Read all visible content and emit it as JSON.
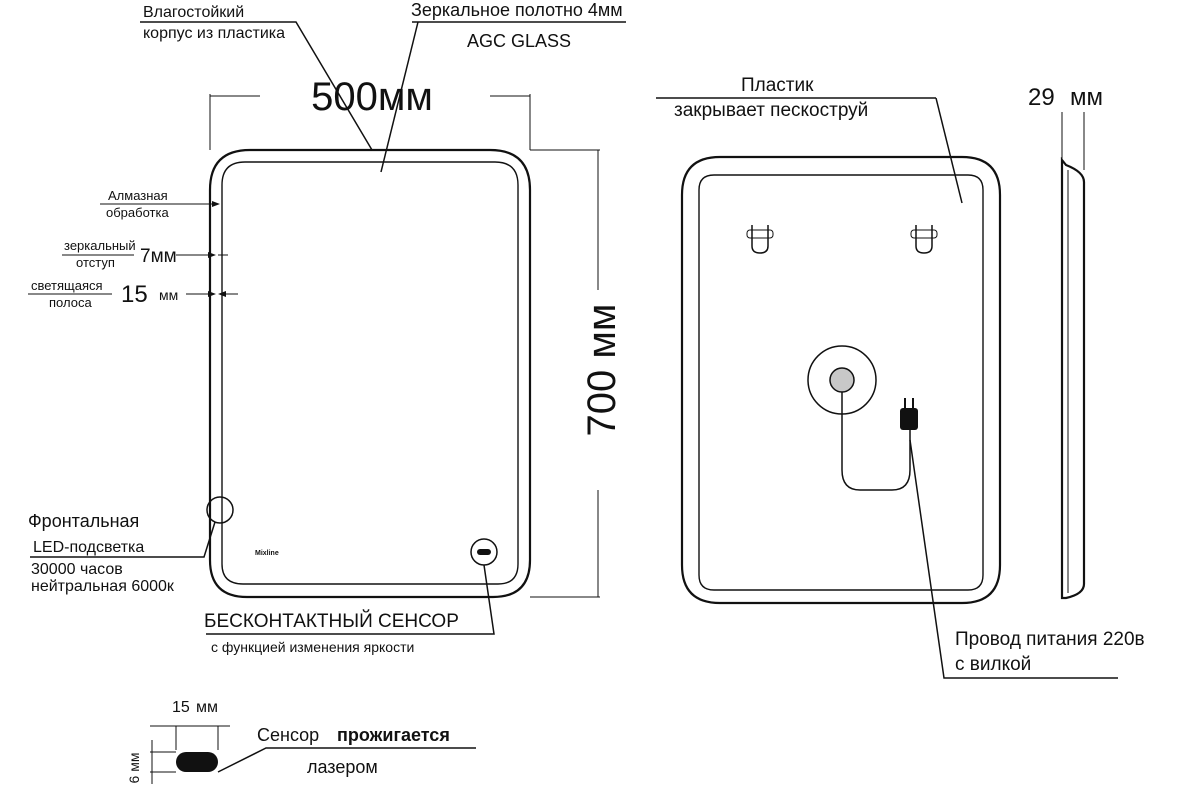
{
  "front": {
    "housing_line1": "Влагостойкий",
    "housing_line2": "корпус из пластика",
    "glass_line1": "Зеркальное  полотно 4мм",
    "glass_line2": "AGC GLASS",
    "width_label": "500мм",
    "height_label": "700 мм",
    "diamond_line1": "Алмазная",
    "diamond_line2": "обработка",
    "mirror_offset_line1": "зеркальный",
    "mirror_offset_line2": "отступ",
    "mirror_offset_value": "7мм",
    "glow_line1": "светящаяся",
    "glow_line2": "полоса",
    "glow_value": "15",
    "glow_unit": "мм",
    "led_line1": "Фронтальная",
    "led_line2": "LED-подсветка",
    "led_line3": "30000 часов",
    "led_line4": "нейтральная 6000к",
    "sensor_line1": "БЕСКОНТАКТНЫЙ СЕНСОР",
    "sensor_line2": "с функцией изменения яркости",
    "brand_mark": "Mixline"
  },
  "back": {
    "plastic_line1": "Пластик",
    "plastic_line2": "закрывает пескоструй",
    "cable_line1": "Провод питания 220в",
    "cable_line2": "с вилкой"
  },
  "side": {
    "depth_label": "29",
    "depth_unit": "мм"
  },
  "sensor_detail": {
    "width_label": "15",
    "width_unit": "мм",
    "height_label": "6 мм",
    "text_a": "Сенсор",
    "text_b": "прожигается",
    "text_c": "лазером"
  }
}
